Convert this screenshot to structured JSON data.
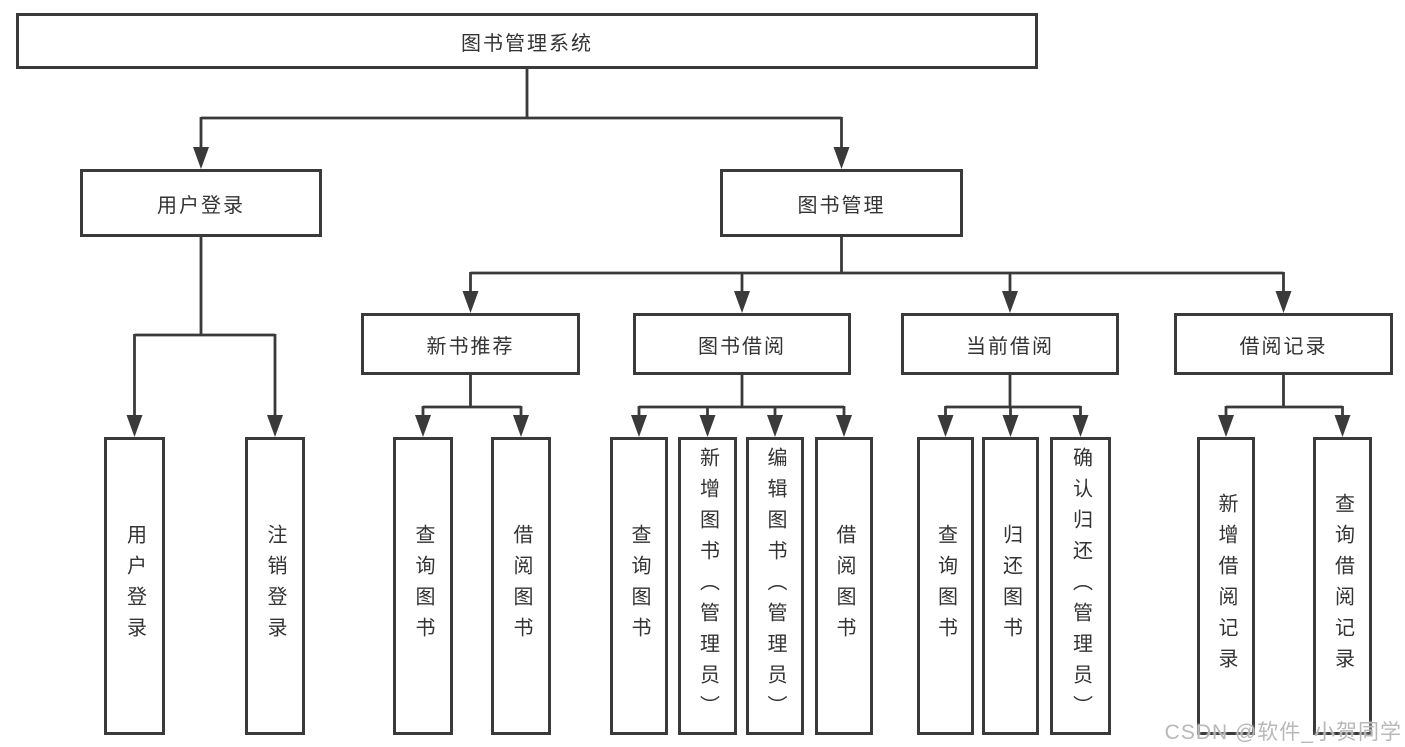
{
  "diagram": {
    "type": "hierarchy-tree",
    "background": "#ffffff",
    "colors": {
      "line": "#3a3a3a",
      "box_border": "#3a3a3a",
      "box_fill": "#ffffff",
      "text": "#333333",
      "watermark": "#b8b8b8"
    },
    "nodes": {
      "root": "图书管理系统",
      "level2": [
        "用户登录",
        "图书管理"
      ],
      "level3": [
        "新书推荐",
        "图书借阅",
        "当前借阅",
        "借阅记录"
      ],
      "login_children": [
        "用户登录",
        "注销登录"
      ],
      "recommend_children": [
        "查询图书",
        "借阅图书"
      ],
      "borrow_children": [
        "查询图书",
        "新增图书（管理员）",
        "编辑图书（管理员）",
        "借阅图书"
      ],
      "current_children": [
        "查询图书",
        "归还图书",
        "确认归还（管理员）"
      ],
      "record_children": [
        "新增借阅记录",
        "查询借阅记录"
      ]
    },
    "watermark": "CSDN @软件_小贺同学"
  }
}
